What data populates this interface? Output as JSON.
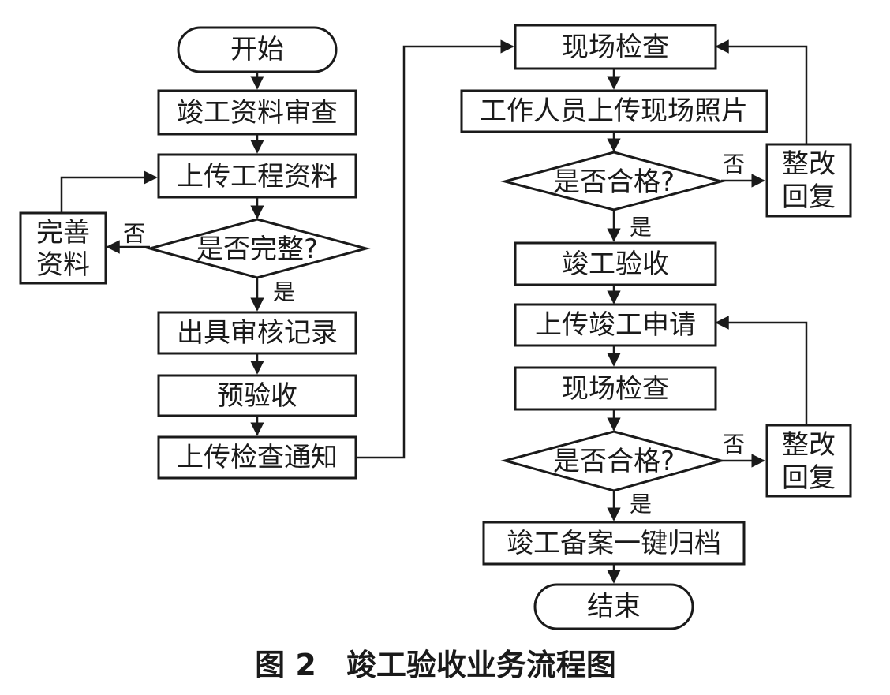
{
  "caption": "图 2　竣工验收业务流程图",
  "nodes": {
    "start": "开始",
    "review_docs": "竣工资料审查",
    "upload_docs": "上传工程资料",
    "check_complete": "是否完整?",
    "improve_docs_1": "完善",
    "improve_docs_2": "资料",
    "issue_record": "出具审核记录",
    "pre_acceptance": "预验收",
    "upload_notice": "上传检查通知",
    "site_check_1": "现场检查",
    "upload_photos": "工作人员上传现场照片",
    "qualified_1": "是否合格?",
    "rectify_1_a": "整改",
    "rectify_1_b": "回复",
    "completion_acceptance": "竣工验收",
    "upload_application": "上传竣工申请",
    "site_check_2": "现场检查",
    "qualified_2": "是否合格?",
    "rectify_2_a": "整改",
    "rectify_2_b": "回复",
    "archive": "竣工备案一键归档",
    "end": "结束"
  },
  "edge_labels": {
    "complete_no": "否",
    "complete_yes": "是",
    "qualified_1_no": "否",
    "qualified_1_yes": "是",
    "qualified_2_no": "否",
    "qualified_2_yes": "是"
  },
  "colors": {
    "stroke": "#1a1a1a",
    "fill": "#ffffff"
  }
}
